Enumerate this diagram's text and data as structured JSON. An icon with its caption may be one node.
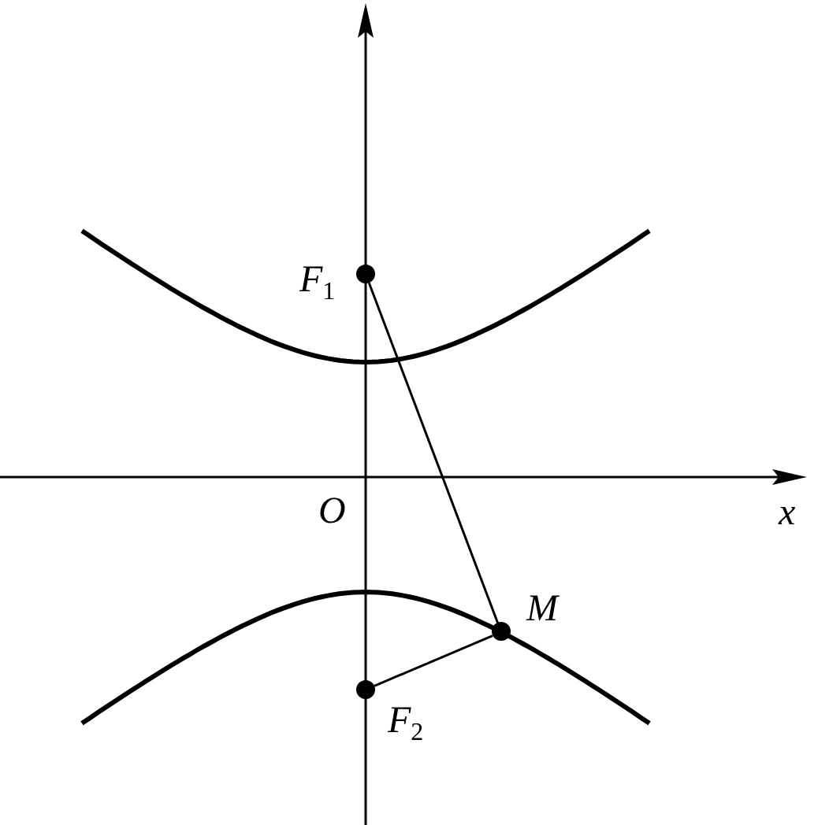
{
  "diagram": {
    "nodes": [
      {
        "text": [
          "*F*$_{1}$"
        ]
      },
      {
        "text": [
          "*M*"
        ]
      },
      {
        "text": [
          "*F*$_{2}$"
        ]
      }
    ],
    "edges": [
      {
        "from": 0,
        "to": 1,
        "arrow": "none"
      },
      {
        "from": 1,
        "to": 2,
        "arrow": "none"
      }
    ],
    "labels": [
      "*O*",
      "*x*"
    ]
  }
}
